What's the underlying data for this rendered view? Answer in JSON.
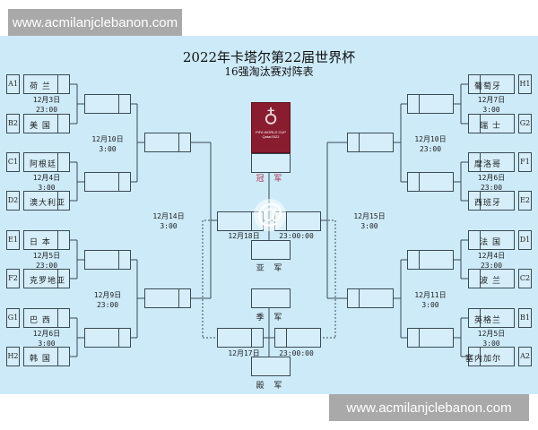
{
  "watermark_top": "www.acmilanjclebanon.com",
  "watermark_bottom": "www.acmilanjclebanon.com",
  "title": "2022年卡塔尔第22届世界杯",
  "subtitle": "16强淘汰赛对阵表",
  "left": {
    "teams": [
      {
        "seed": "A1",
        "name": "荷 兰"
      },
      {
        "seed": "B2",
        "name": "美 国"
      },
      {
        "seed": "C1",
        "name": "阿根廷"
      },
      {
        "seed": "D2",
        "name": "澳大利亚"
      },
      {
        "seed": "E1",
        "name": "日 本"
      },
      {
        "seed": "F2",
        "name": "克罗地亚"
      },
      {
        "seed": "G1",
        "name": "巴 西"
      },
      {
        "seed": "H2",
        "name": "韩 国"
      }
    ],
    "r16_dates": [
      [
        "12月3日",
        "23:00"
      ],
      [
        "12月4日",
        "3:00"
      ],
      [
        "12月5日",
        "23:00"
      ],
      [
        "12月6日",
        "3:00"
      ]
    ],
    "qf_dates": [
      [
        "12月10日",
        "3:00"
      ],
      [
        "12月9日",
        "23:00"
      ]
    ],
    "sf_date": [
      "12月14日",
      "3:00"
    ]
  },
  "right": {
    "teams": [
      {
        "seed": "H1",
        "name": "葡萄牙"
      },
      {
        "seed": "G2",
        "name": "瑞 士"
      },
      {
        "seed": "F1",
        "name": "摩洛哥"
      },
      {
        "seed": "E2",
        "name": "西班牙"
      },
      {
        "seed": "D1",
        "name": "法 国"
      },
      {
        "seed": "C2",
        "name": "波 兰"
      },
      {
        "seed": "B1",
        "name": "英格兰"
      },
      {
        "seed": "A2",
        "name": "塞内加尔"
      }
    ],
    "r16_dates": [
      [
        "12月7日",
        "3:00"
      ],
      [
        "12月6日",
        "23:00"
      ],
      [
        "12月4日",
        "23:00"
      ],
      [
        "12月5日",
        "3:00"
      ]
    ],
    "qf_dates": [
      [
        "12月10日",
        "23:00"
      ],
      [
        "12月11日",
        "3:00"
      ]
    ],
    "sf_date": [
      "12月15日",
      "3:00"
    ]
  },
  "final": {
    "date": "12月18日",
    "time": "23:00:00",
    "champion": "冠 军",
    "runner_up": "亚 军"
  },
  "third_place": {
    "date": "12月17日",
    "time": "23:00:00",
    "third": "季 军",
    "fourth": "殿 军"
  },
  "trophy_logo": {
    "line1": "FIFA WORLD CUP",
    "line2": "Qatar2022"
  },
  "center_watermark": "@",
  "colors": {
    "background": "#cdeaf8",
    "champion_label": "#b0304a",
    "trophy": "#8a1c30"
  }
}
